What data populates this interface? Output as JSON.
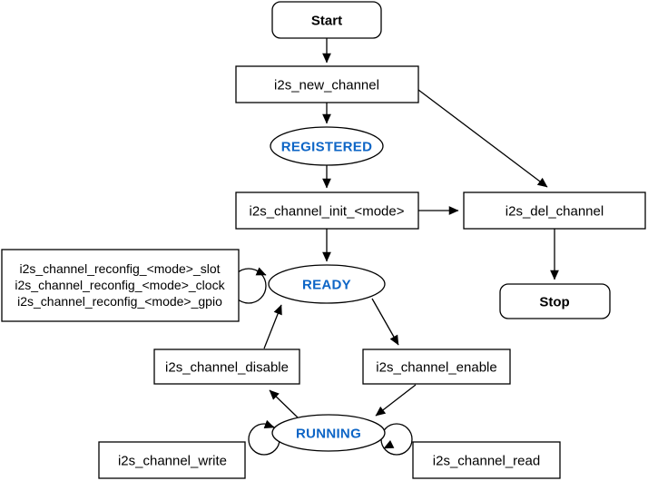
{
  "diagram": {
    "type": "flowchart-state-diagram",
    "colors": {
      "background": "#ffffff",
      "line": "#000000",
      "state_text": "#0D65C6",
      "node_fill": "#ffffff"
    },
    "nodes": {
      "start": {
        "label": "Start",
        "kind": "terminal"
      },
      "new_channel": {
        "label": "i2s_new_channel",
        "kind": "process"
      },
      "registered": {
        "label": "REGISTERED",
        "kind": "state"
      },
      "init": {
        "label": "i2s_channel_init_<mode>",
        "kind": "process"
      },
      "del_channel": {
        "label": "i2s_del_channel",
        "kind": "process"
      },
      "stop": {
        "label": "Stop",
        "kind": "terminal"
      },
      "ready": {
        "label": "READY",
        "kind": "state"
      },
      "reconfig": {
        "kind": "process-group",
        "lines": [
          "i2s_channel_reconfig_<mode>_slot",
          "i2s_channel_reconfig_<mode>_clock",
          "i2s_channel_reconfig_<mode>_gpio"
        ]
      },
      "disable": {
        "label": "i2s_channel_disable",
        "kind": "process"
      },
      "enable": {
        "label": "i2s_channel_enable",
        "kind": "process"
      },
      "running": {
        "label": "RUNNING",
        "kind": "state"
      },
      "write": {
        "label": "i2s_channel_write",
        "kind": "process"
      },
      "read": {
        "label": "i2s_channel_read",
        "kind": "process"
      }
    },
    "edges": [
      "start->new_channel",
      "new_channel->registered",
      "registered->init",
      "init->ready",
      "init->del_channel",
      "new_channel->del_channel",
      "del_channel->stop",
      "disable->ready",
      "ready->enable",
      "enable->running",
      "running->disable",
      "ready->ready (reconfig self-loop)",
      "running->running (write self-loop)",
      "running->running (read self-loop)"
    ]
  }
}
